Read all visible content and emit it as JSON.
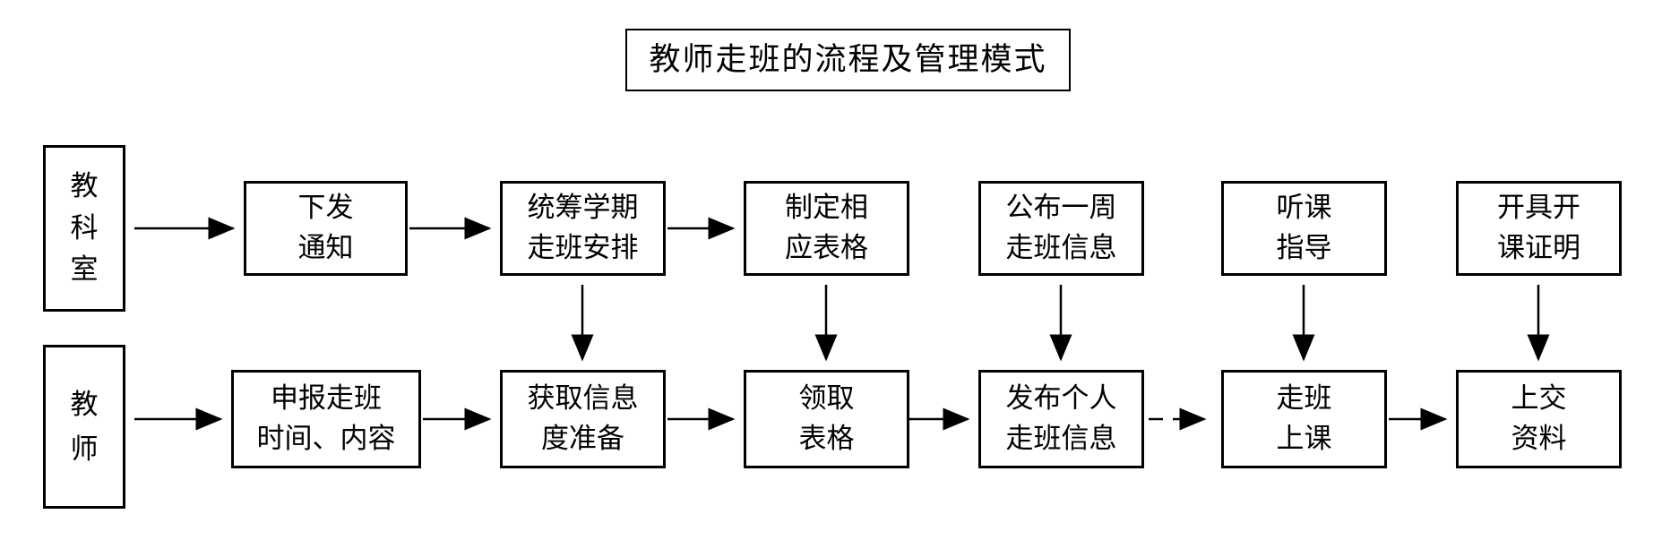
{
  "title": "教师走班的流程及管理模式",
  "colors": {
    "ink": "#000000",
    "background": "#ffffff"
  },
  "lanes": [
    {
      "label": "教\n科\n室",
      "boxes": [
        "下发\n通知",
        "统筹学期\n走班安排",
        "制定相\n应表格",
        "公布一周\n走班信息",
        "听课\n指导",
        "开具开\n课证明"
      ]
    },
    {
      "label": "教\n师",
      "boxes": [
        "申报走班\n时间、内容",
        "获取信息\n度准备",
        "领取\n表格",
        "发布个人\n走班信息",
        "走班\n上课",
        "上交\n资料"
      ]
    }
  ],
  "edges": [
    {
      "from": "教科室",
      "to": "下发通知",
      "style": "solid"
    },
    {
      "from": "下发通知",
      "to": "统筹学期走班安排",
      "style": "solid"
    },
    {
      "from": "统筹学期走班安排",
      "to": "制定相应表格",
      "style": "solid"
    },
    {
      "from": "统筹学期走班安排",
      "to": "获取信息度准备",
      "style": "solid"
    },
    {
      "from": "制定相应表格",
      "to": "领取表格",
      "style": "solid"
    },
    {
      "from": "公布一周走班信息",
      "to": "发布个人走班信息",
      "style": "solid"
    },
    {
      "from": "听课指导",
      "to": "走班上课",
      "style": "solid"
    },
    {
      "from": "开具开课证明",
      "to": "上交资料",
      "style": "solid"
    },
    {
      "from": "教师",
      "to": "申报走班时间、内容",
      "style": "solid"
    },
    {
      "from": "申报走班时间、内容",
      "to": "获取信息度准备",
      "style": "solid"
    },
    {
      "from": "获取信息度准备",
      "to": "领取表格",
      "style": "solid"
    },
    {
      "from": "领取表格",
      "to": "发布个人走班信息",
      "style": "solid"
    },
    {
      "from": "发布个人走班信息",
      "to": "走班上课",
      "style": "dashed"
    },
    {
      "from": "走班上课",
      "to": "上交资料",
      "style": "solid"
    }
  ]
}
